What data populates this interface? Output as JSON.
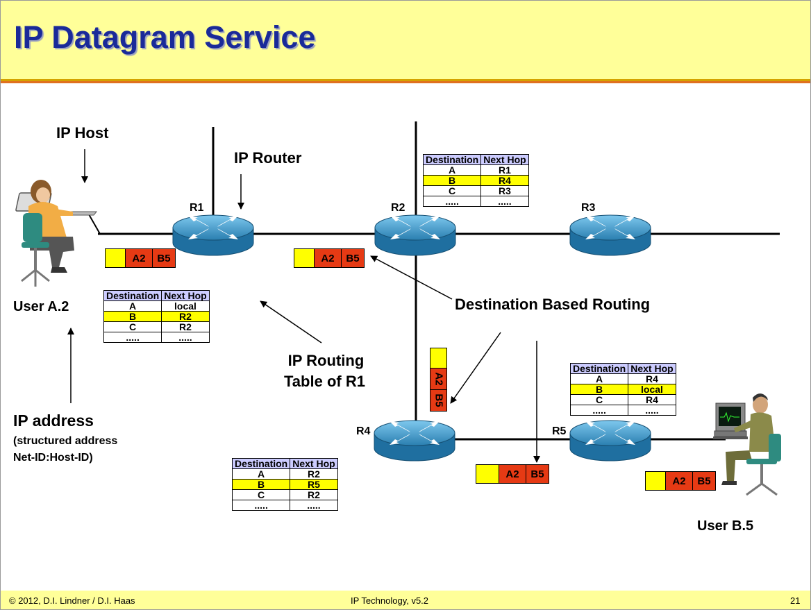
{
  "title": "IP Datagram Service",
  "labels": {
    "ip_host": "IP Host",
    "ip_router": "IP Router",
    "user_a": "User A.2",
    "user_b": "User B.5",
    "destination_based_routing": "Destination Based Routing",
    "ip_routing_table": "IP Routing",
    "ip_routing_table_2": "Table of R1",
    "ip_address": "IP address",
    "structured_address": "(structured address",
    "net_host_id": "Net-ID:Host-ID)"
  },
  "routers": {
    "r1": "R1",
    "r2": "R2",
    "r3": "R3",
    "r4": "R4",
    "r5": "R5"
  },
  "packet": {
    "src": "A2",
    "dst": "B5"
  },
  "table_headers": {
    "destination": "Destination",
    "next_hop": "Next Hop"
  },
  "tables": {
    "r1": [
      [
        "A",
        "local"
      ],
      [
        "B",
        "R2"
      ],
      [
        "C",
        "R2"
      ],
      [
        ".....",
        "....."
      ]
    ],
    "r2": [
      [
        "A",
        "R1"
      ],
      [
        "B",
        "R4"
      ],
      [
        "C",
        "R3"
      ],
      [
        ".....",
        "....."
      ]
    ],
    "r4": [
      [
        "A",
        "R2"
      ],
      [
        "B",
        "R5"
      ],
      [
        "C",
        "R2"
      ],
      [
        ".....",
        "....."
      ]
    ],
    "r5": [
      [
        "A",
        "R4"
      ],
      [
        "B",
        "local"
      ],
      [
        "C",
        "R4"
      ],
      [
        ".....",
        "....."
      ]
    ]
  },
  "footer": {
    "copyright": "© 2012, D.I. Lindner / D.I. Haas",
    "course": "IP Technology, v5.2",
    "page": "21"
  },
  "colors": {
    "title": "#1a2a99",
    "header_bg": "#ffff99",
    "router": "#3a9ac9",
    "packet_red": "#e63a14",
    "highlight": "#ffff00",
    "table_header": "#ccccff"
  }
}
